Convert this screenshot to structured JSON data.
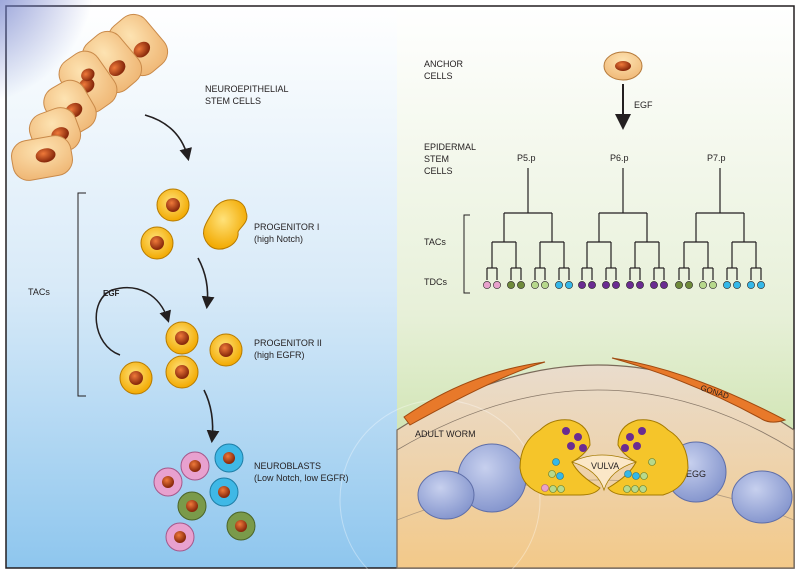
{
  "left_panel": {
    "neuroepithelial_label": [
      "NEUROEPITHELIAL",
      "STEM CELLS"
    ],
    "progenitor1_label": [
      "PROGENITOR I",
      "(high Notch)"
    ],
    "progenitor2_label": [
      "PROGENITOR II",
      "(high EGFR)"
    ],
    "neuroblasts_label": [
      "NEUROBLASTS",
      "(Low Notch, low EGFR)"
    ],
    "tacs_label": "TACs",
    "egf_label": "EGF"
  },
  "right_panel": {
    "anchor_label": [
      "ANCHOR",
      "CELLS"
    ],
    "egf_label": "EGF",
    "epidermal_label": [
      "EPIDERMAL",
      "STEM",
      "CELLS"
    ],
    "lineages": [
      "P5.p",
      "P6.p",
      "P7.p"
    ],
    "tacs_label": "TACs",
    "tdcs_label": "TDCs",
    "tdc_colors": {
      "P5.p": [
        "pink",
        "pink",
        "olive",
        "olive",
        "lightgreen",
        "lightgreen",
        "cyan",
        "cyan"
      ],
      "P6.p": [
        "purple",
        "purple",
        "purple",
        "purple",
        "purple",
        "purple",
        "purple",
        "purple"
      ],
      "P7.p": [
        "olive",
        "olive",
        "lightgreen",
        "lightgreen",
        "cyan",
        "cyan",
        "cyan",
        "cyan"
      ]
    },
    "adult_worm_label": "ADULT WORM",
    "gonad_label": "GONAD",
    "vulva_label": "VULVA",
    "egg_label": "EGG"
  },
  "colors": {
    "cell_yellow": "#f6b800",
    "nucleus": "#d3461a",
    "purple": "#6a2c91",
    "cyan": "#35b8e8",
    "pink": "#e7a2cc",
    "olive": "#6f8b3b",
    "egg": "#9aa9d6"
  }
}
